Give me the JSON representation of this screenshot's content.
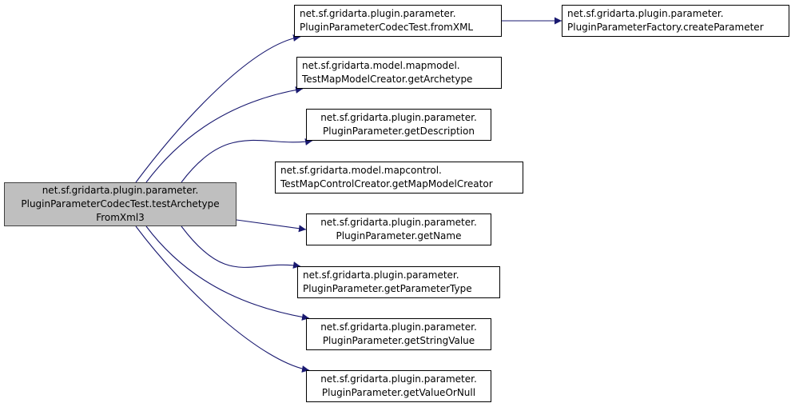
{
  "diagram": {
    "type": "call-graph",
    "edge_color": "#191970",
    "root": {
      "id": "root",
      "lines": [
        "net.sf.gridarta.plugin.parameter.",
        "PluginParameterCodecTest.testArchetype",
        "FromXml3"
      ]
    },
    "nodes": [
      {
        "id": "fromXML",
        "lines": [
          "net.sf.gridarta.plugin.parameter.",
          "PluginParameterCodecTest.fromXML"
        ]
      },
      {
        "id": "createParameter",
        "lines": [
          "net.sf.gridarta.plugin.parameter.",
          "PluginParameterFactory.createParameter"
        ]
      },
      {
        "id": "getArchetype",
        "lines": [
          "net.sf.gridarta.model.mapmodel.",
          "TestMapModelCreator.getArchetype"
        ]
      },
      {
        "id": "getDescription",
        "lines": [
          "net.sf.gridarta.plugin.parameter.",
          "PluginParameter.getDescription"
        ]
      },
      {
        "id": "getMapModelCreator",
        "lines": [
          "net.sf.gridarta.model.mapcontrol.",
          "TestMapControlCreator.getMapModelCreator"
        ]
      },
      {
        "id": "getName",
        "lines": [
          "net.sf.gridarta.plugin.parameter.",
          "PluginParameter.getName"
        ]
      },
      {
        "id": "getParameterType",
        "lines": [
          "net.sf.gridarta.plugin.parameter.",
          "PluginParameter.getParameterType"
        ]
      },
      {
        "id": "getStringValue",
        "lines": [
          "net.sf.gridarta.plugin.parameter.",
          "PluginParameter.getStringValue"
        ]
      },
      {
        "id": "getValueOrNull",
        "lines": [
          "net.sf.gridarta.plugin.parameter.",
          "PluginParameter.getValueOrNull"
        ]
      }
    ],
    "edges": [
      {
        "from": "root",
        "to": "fromXML"
      },
      {
        "from": "root",
        "to": "getArchetype"
      },
      {
        "from": "root",
        "to": "getDescription"
      },
      {
        "from": "root",
        "to": "getMapModelCreator"
      },
      {
        "from": "root",
        "to": "getName"
      },
      {
        "from": "root",
        "to": "getParameterType"
      },
      {
        "from": "root",
        "to": "getStringValue"
      },
      {
        "from": "root",
        "to": "getValueOrNull"
      },
      {
        "from": "fromXML",
        "to": "createParameter"
      }
    ]
  }
}
